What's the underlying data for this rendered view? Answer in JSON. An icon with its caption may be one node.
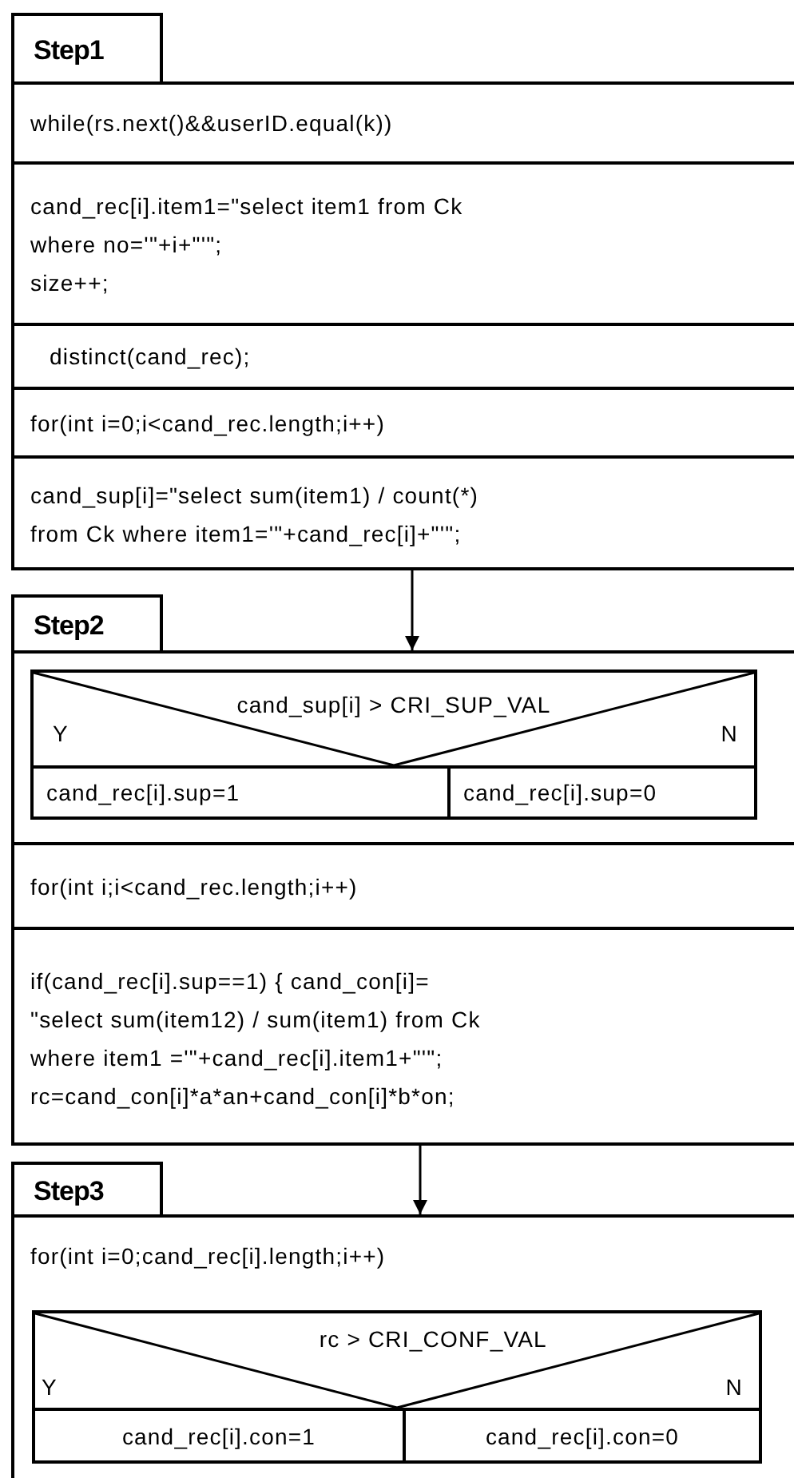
{
  "diagram": {
    "nodes": [
      {
        "text": [
          "Step1"
        ]
      },
      {
        "text": [
          "while(rs.next()&&userID.equal(k))"
        ],
        "in": 0
      },
      {
        "text": [
          "cand_rec[i].item1=\"select item1 from Ck",
          "where no='\"+i+\"'\";",
          "size++;"
        ],
        "in": 0
      },
      {
        "text": [
          "distinct(cand_rec);"
        ],
        "in": 0
      },
      {
        "text": [
          "for(int i=0;i<cand_rec.length;i++)"
        ],
        "in": 0
      },
      {
        "text": [
          "cand_sup[i]=\"select sum(item1) / count(*)",
          "from Ck where item1='\"+cand_rec[i]+\"'\";"
        ],
        "in": 0
      },
      {
        "text": [
          "Step2"
        ]
      },
      {
        "text": [
          "Y",
          "cand_sup[i] > CRI_SUP_VAL",
          "N"
        ],
        "in": 6
      },
      {
        "text": [
          "cand_rec[i].sup=1"
        ],
        "in": 6
      },
      {
        "text": [
          "cand_rec[i].sup=0"
        ],
        "in": 6
      },
      {
        "text": [
          "for(int i;i<cand_rec.length;i++)"
        ],
        "in": 6
      },
      {
        "text": [
          "if(cand_rec[i].sup==1) { cand_con[i]=",
          "\"select sum(item12) / sum(item1) from Ck",
          "where item1 ='\"+cand_rec[i].item1+\"'\";",
          "rc=cand_con[i]*a*an+cand_con[i]*b*on;"
        ],
        "in": 6
      },
      {
        "text": [
          "Step3"
        ]
      },
      {
        "text": [
          "for(int i=0;cand_rec[i].length;i++)"
        ],
        "in": 12
      },
      {
        "text": [
          "rc > CRI_CONF_VAL",
          "Y",
          "N"
        ],
        "in": 12
      },
      {
        "text": [
          "cand_rec[i].con=1"
        ],
        "in": 12
      },
      {
        "text": [
          "cand_rec[i].con=0"
        ],
        "in": 12
      }
    ],
    "edges": [
      {
        "from": 5,
        "to": 6,
        "arrow": "to"
      },
      {
        "from": 11,
        "to": 12,
        "arrow": "to"
      }
    ]
  }
}
